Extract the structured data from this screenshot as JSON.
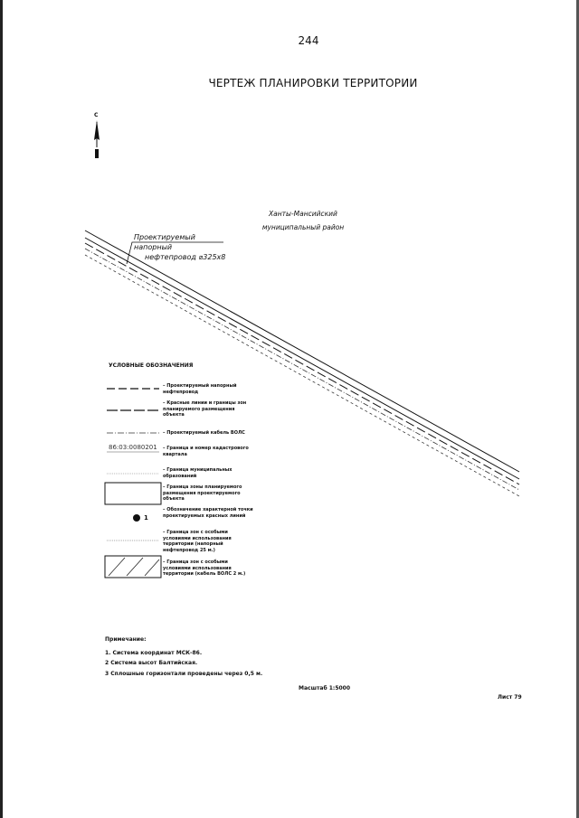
{
  "page_number": "244",
  "title": "ЧЕРТЕЖ ПЛАНИРОВКИ ТЕРРИТОРИИ",
  "north_arrow": {
    "letter": "С",
    "icon": "north-arrow-icon"
  },
  "map": {
    "region_label_line1": "Ханты-Мансийский",
    "region_label_line2": "муниципальный район",
    "pipeline_label_line1": "Проектируемый напорный",
    "pipeline_label_line2": "нефтепровод ⌀325х8"
  },
  "legend": {
    "title": "УСЛОВНЫЕ ОБОЗНАЧЕНИЯ",
    "items": [
      {
        "text": "– Проектируемый напорный нефтепровод"
      },
      {
        "text": "– Красные линии и границы зон планируемого размещения объекта"
      },
      {
        "text": "– Проектируемый кабель ВОЛС"
      },
      {
        "sample": "86:03:0080201",
        "text": "– Граница и номер кадастрового квартала"
      },
      {
        "text": "– Граница муниципальных образований"
      },
      {
        "text": "– Граница зоны планируемого размещения проектируемого объекта"
      },
      {
        "sample": "1",
        "text": "– Обозначение характерной точки проектируемых красных линий"
      },
      {
        "text": "– Граница зон с особыми условиями использования территории (напорный нефтепровод 25 м.)"
      },
      {
        "text": "– Граница зон с особыми условиями использования территории (кабель ВОЛС 2 м.)"
      }
    ]
  },
  "notes": {
    "title": "Примечание:",
    "items": [
      "1. Система координат МСК-86.",
      "2 Система высот Балтийская.",
      "3 Сплошные горизонтали проведены через 0,5 м."
    ]
  },
  "scale": "Масштаб 1:5000",
  "sheet": "Лист 79"
}
